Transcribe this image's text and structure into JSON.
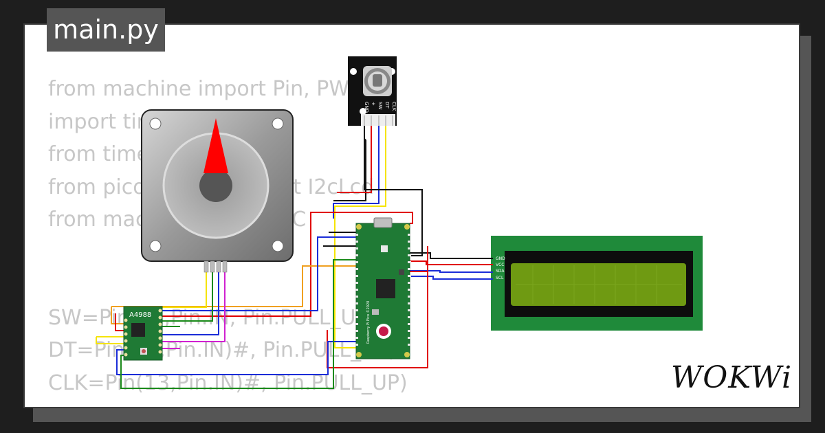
{
  "file_tab": "main.py",
  "code_lines": [
    "from machine import Pin, PWM",
    "import time",
    "from time import sleep",
    "from pico_i2c_lcd import I2cLcd",
    "from machine import I2C",
    "",
    "",
    "SW=Pin(14,Pin.IN, Pin.PULL_UP)",
    "DT=Pin(15,Pin.IN)#, Pin.PULL_UP)",
    "CLK=Pin(13,Pin.IN)#, Pin.PULL_UP)"
  ],
  "encoder_pins": [
    "GND",
    "+",
    "SW",
    "DT",
    "CLK"
  ],
  "driver_label": "A4988",
  "lcd_pins": [
    "GND",
    "VCC",
    "SDA",
    "SCL"
  ],
  "pico_label": "Raspberry Pi Pico ©2020",
  "brand": "WOKWi",
  "colors": {
    "pcb_green": "#1f7a35",
    "lcd_screen": "#6f9a12",
    "wire_red": "#e00000",
    "wire_blue": "#1a2cd8",
    "wire_yellow": "#f5e400",
    "wire_orange": "#f0a020",
    "wire_green": "#1a8a1a",
    "wire_magenta": "#d020d0",
    "wire_black": "#111111",
    "needle": "#ff0000"
  }
}
